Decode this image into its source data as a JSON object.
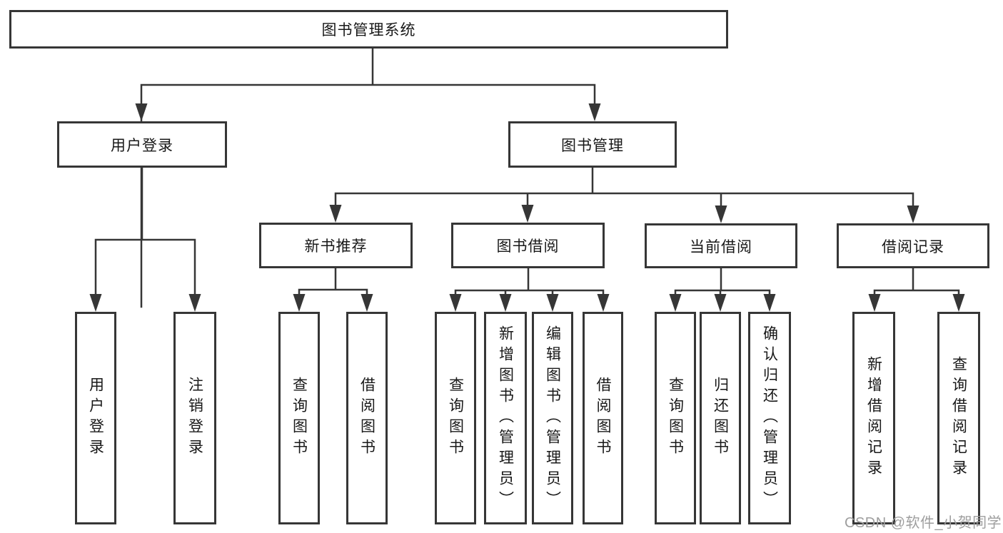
{
  "title": "图书管理系统",
  "diagram": {
    "root": {
      "label": "图书管理系统"
    },
    "branches": [
      {
        "label": "用户登录",
        "children": [
          {
            "label": "用户登录"
          },
          {
            "label": "注销登录"
          }
        ]
      },
      {
        "label": "图书管理",
        "children": [
          {
            "label": "新书推荐",
            "children": [
              {
                "label": "查询图书"
              },
              {
                "label": "借阅图书"
              }
            ]
          },
          {
            "label": "图书借阅",
            "children": [
              {
                "label": "查询图书"
              },
              {
                "label": "新增图书（管理员）"
              },
              {
                "label": "编辑图书（管理员）"
              },
              {
                "label": "借阅图书"
              }
            ]
          },
          {
            "label": "当前借阅",
            "children": [
              {
                "label": "查询图书"
              },
              {
                "label": "归还图书"
              },
              {
                "label": "确认归还（管理员）"
              }
            ]
          },
          {
            "label": "借阅记录",
            "children": [
              {
                "label": "新增借阅记录"
              },
              {
                "label": "查询借阅记录"
              }
            ]
          }
        ]
      }
    ]
  },
  "watermark": {
    "text": "CSDN @软件_小贺同学",
    "color": "#9e9e9e"
  },
  "colors": {
    "line": "#363636",
    "box_border": "#363636",
    "text": "#181818",
    "background": "#ffffff",
    "watermark": "#9e9e9e"
  }
}
